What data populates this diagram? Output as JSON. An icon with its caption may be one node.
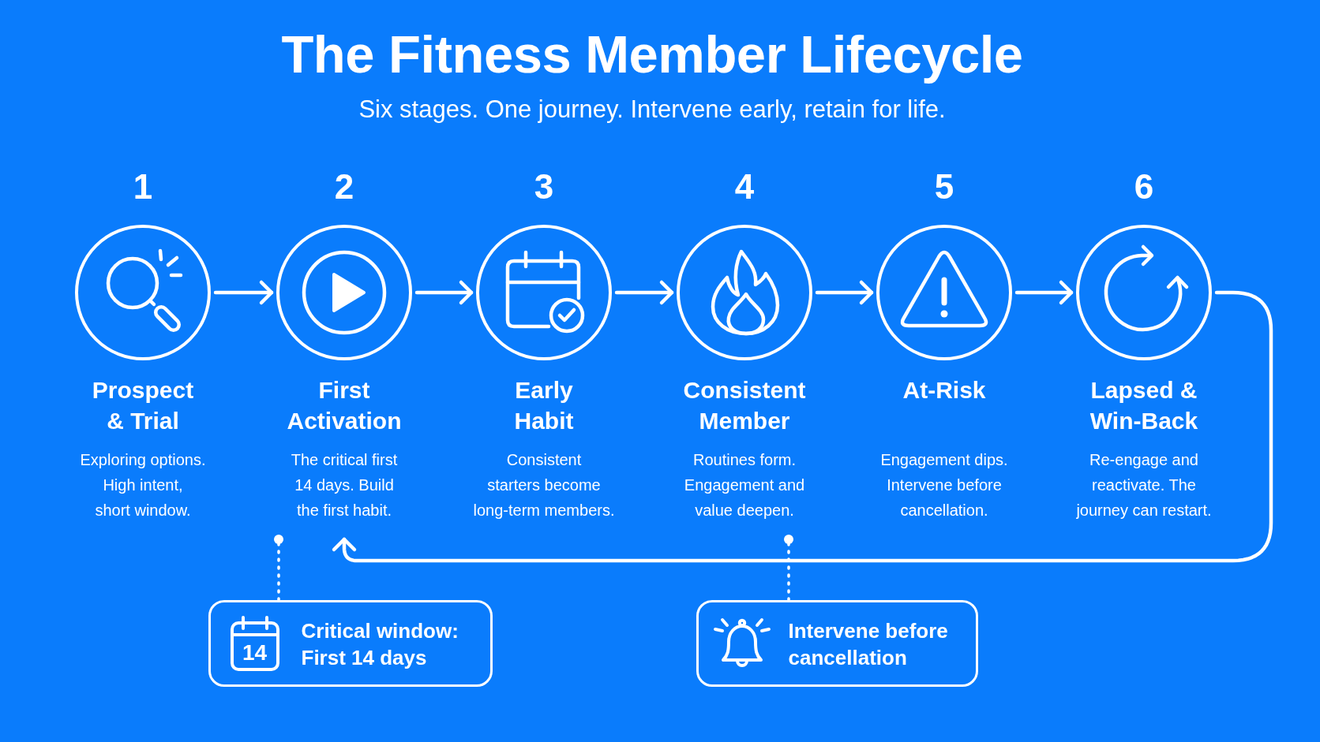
{
  "diagram": {
    "title": "The Fitness Member Lifecycle",
    "nodes": [
      {
        "text": [
          "1",
          "Prospect & Trial",
          "Exploring options. High intent, short window."
        ]
      },
      {
        "text": [
          "2",
          "First Activation",
          "The critical first 14 days. Build the first habit."
        ]
      },
      {
        "text": [
          "3",
          "Early Habit",
          "Consistent starters become long-term members."
        ]
      },
      {
        "text": [
          "4",
          "Consistent Member",
          "Routines form. Engagement and value deepen."
        ]
      },
      {
        "text": [
          "5",
          "At-Risk",
          "Engagement dips. Intervene before cancellation."
        ]
      },
      {
        "text": [
          "6",
          "Lapsed & Win-Back",
          "Re-engage and reactivate. The journey can restart."
        ]
      },
      {
        "text": [
          "14",
          "Critical window: First 14 days"
        ]
      },
      {
        "text": [
          "Intervene before cancellation"
        ]
      }
    ],
    "edges": [
      {
        "from": 0,
        "to": 1,
        "arrow": "to"
      },
      {
        "from": 1,
        "to": 2,
        "arrow": "to"
      },
      {
        "from": 2,
        "to": 3,
        "arrow": "to"
      },
      {
        "from": 3,
        "to": 4,
        "arrow": "to"
      },
      {
        "from": 4,
        "to": 5,
        "arrow": "to"
      },
      {
        "from": 5,
        "to": 1,
        "arrow": "to"
      },
      {
        "from": 6,
        "to": 1,
        "arrow": "other",
        "style": "dashed"
      },
      {
        "from": 7,
        "to": 3,
        "arrow": "other",
        "style": "dashed"
      }
    ],
    "labels": [
      "Six stages. One journey. Intervene early, retain for life."
    ]
  }
}
